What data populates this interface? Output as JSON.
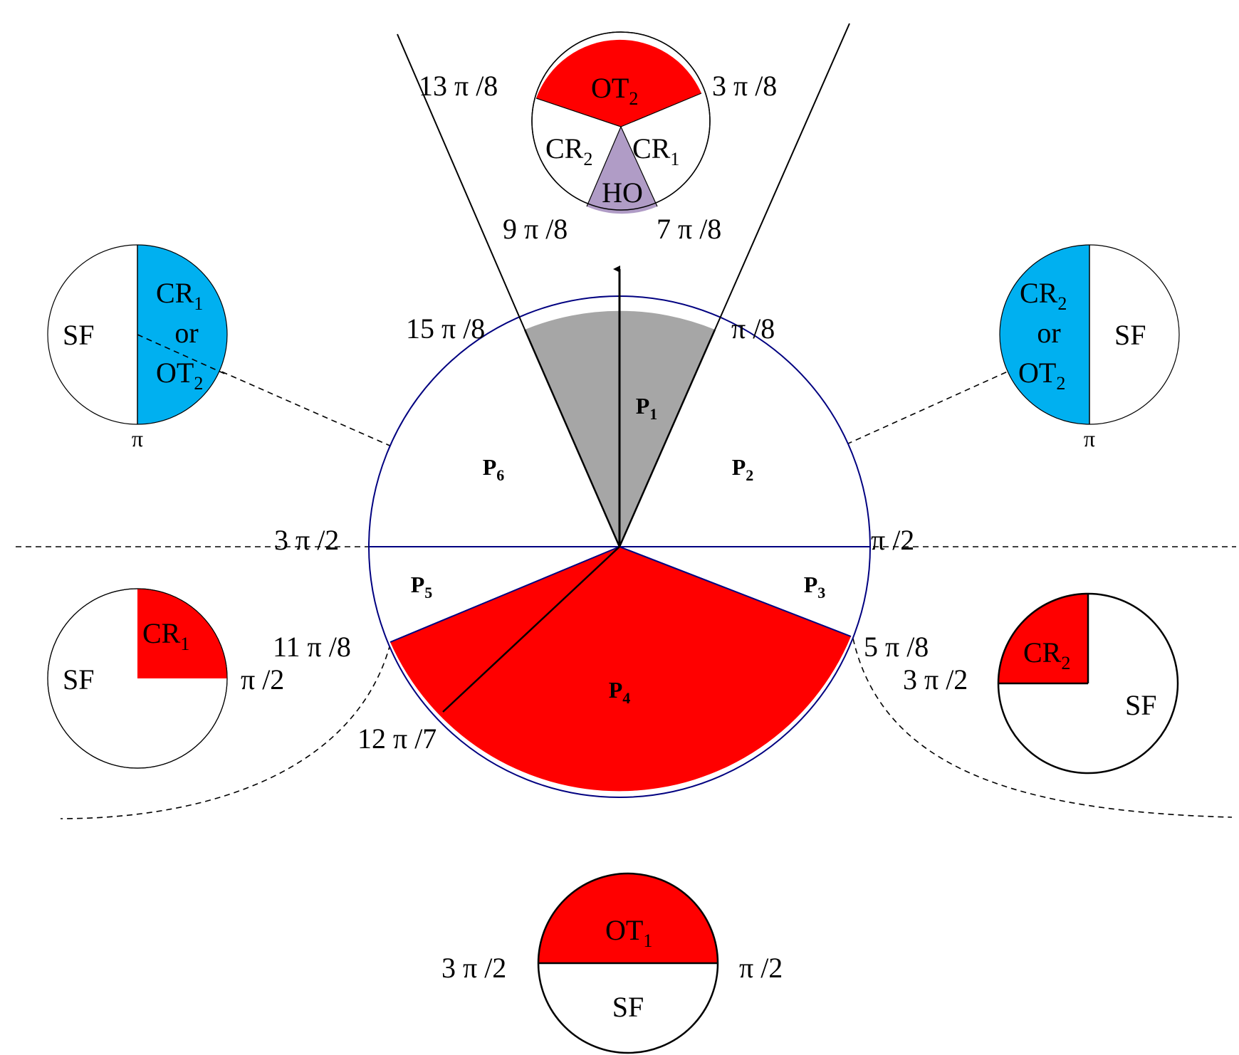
{
  "colors": {
    "red": "#ff0000",
    "blue": "#00b0f0",
    "gray": "#a6a6a6",
    "purple": "#b09cc6",
    "navy": "#000080"
  },
  "main": {
    "regions": [
      {
        "id": "P",
        "sub": "1"
      },
      {
        "id": "P",
        "sub": "2"
      },
      {
        "id": "P",
        "sub": "3"
      },
      {
        "id": "P",
        "sub": "4"
      },
      {
        "id": "P",
        "sub": "5"
      },
      {
        "id": "P",
        "sub": "6"
      }
    ],
    "angles": {
      "a15pi8": "15 π /8",
      "api8": "π /8",
      "api2": "π /2",
      "a3pi2": "3 π /2",
      "a5pi8": "5 π /8",
      "a11pi8": "11 π /8",
      "a12pi7": "12 π /7"
    }
  },
  "top_inset": {
    "labels": {
      "ot": "OT",
      "ot_sub": "2",
      "cr2": "CR",
      "cr2_sub": "2",
      "cr1": "CR",
      "cr1_sub": "1",
      "ho": "HO"
    },
    "angles": {
      "a13pi8": "13 π /8",
      "a3pi8": "3 π /8",
      "a9pi8": "9 π /8",
      "a7pi8": "7 π /8"
    }
  },
  "upper_left_inset": {
    "sf": "SF",
    "cr": "CR",
    "cr_sub": "1",
    "or": "or",
    "ot": "OT",
    "ot_sub": "2",
    "angle": "π"
  },
  "upper_right_inset": {
    "sf": "SF",
    "cr": "CR",
    "cr_sub": "2",
    "or": "or",
    "ot": "OT",
    "ot_sub": "2",
    "angle": "π"
  },
  "lower_left_inset": {
    "sf": "SF",
    "cr": "CR",
    "cr_sub": "1",
    "angle": "π  /2"
  },
  "lower_right_inset": {
    "sf": "SF",
    "cr": "CR",
    "cr_sub": "2",
    "angle": "3 π  /2"
  },
  "bottom_inset": {
    "ot": "OT",
    "ot_sub": "1",
    "sf": "SF",
    "angle_left": "3 π  /2",
    "angle_right": "π  /2"
  }
}
